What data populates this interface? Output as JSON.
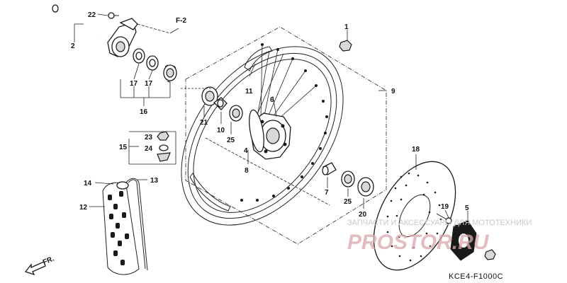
{
  "diagram": {
    "callouts": {
      "c1": "1",
      "c2": "2",
      "c4": "4",
      "c5": "5",
      "c6": "6",
      "c7": "7",
      "c8": "8",
      "c9": "9",
      "c10": "10",
      "c11": "11",
      "c12": "12",
      "c13": "13",
      "c14": "14",
      "c15": "15",
      "c16": "16",
      "c17a": "17",
      "c17b": "17",
      "c18": "18",
      "c19": "19",
      "c20": "20",
      "c21": "21",
      "c22": "22",
      "c23": "23",
      "c24": "24",
      "c25a": "25",
      "c25b": "25"
    },
    "reference_label": "F-2",
    "direction_label": "FR.",
    "diagram_code": "KCE4-F1000C"
  },
  "watermark": {
    "caption": "ЗАПЧАСТИ И АКСЕССУАРЫ ДЛЯ МОТОТЕХНИКИ",
    "brand_text": "PROSTOR.RU",
    "brand_color": "#c0303a"
  }
}
